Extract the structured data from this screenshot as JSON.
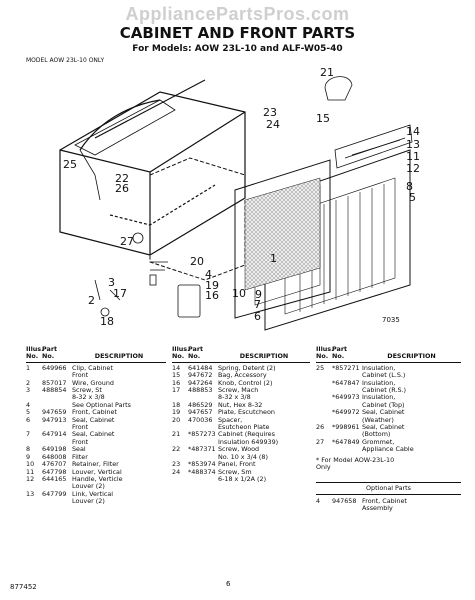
{
  "watermark": "AppliancePartsPros.com",
  "title": "CABINET AND FRONT PARTS",
  "subtitle": "For Models: AOW 23L-10 and ALF-W05-40",
  "model_note": "MODEL AOW 23L-10 ONLY",
  "figure_code": "7035",
  "callouts": [
    "21",
    "23",
    "24",
    "15",
    "14",
    "13",
    "11",
    "12",
    "25",
    "22",
    "26",
    "27",
    "8",
    "5",
    "3",
    "17",
    "2",
    "18",
    "20",
    "4",
    "19",
    "16",
    "10",
    "9",
    "7",
    "6",
    "1"
  ],
  "headers": {
    "illus": "Illus.",
    "no": "No.",
    "part": "Part",
    "part_no": "No.",
    "desc": "DESCRIPTION"
  },
  "col1": [
    [
      "1",
      "649966",
      "Clip, Cabinet"
    ],
    [
      "",
      "",
      "Front"
    ],
    [
      "2",
      "857017",
      "Wire, Ground"
    ],
    [
      "3",
      "488854",
      "Screw, St"
    ],
    [
      "",
      "",
      "8-32 x 3/8"
    ],
    [
      "4",
      "",
      "See Optional Parts"
    ],
    [
      "5",
      "947659",
      "Front, Cabinet"
    ],
    [
      "6",
      "947913",
      "Seal, Cabinet"
    ],
    [
      "",
      "",
      "Front"
    ],
    [
      "7",
      "647914",
      "Seal, Cabinet"
    ],
    [
      "",
      "",
      "Front"
    ],
    [
      "8",
      "649198",
      "Seal"
    ],
    [
      "9",
      "648008",
      "Filter"
    ],
    [
      "10",
      "476707",
      "Retainer, Filter"
    ],
    [
      "11",
      "647798",
      "Louver, Vertical"
    ],
    [
      "12",
      "644165",
      "Handle, Verticle"
    ],
    [
      "",
      "",
      "Louver (2)"
    ],
    [
      "13",
      "647799",
      "Link, Vertical"
    ],
    [
      "",
      "",
      "Louver (2)"
    ]
  ],
  "col2": [
    [
      "14",
      "641484",
      "Spring, Detent (2)"
    ],
    [
      "15",
      "947672",
      "Bag, Accessory"
    ],
    [
      "16",
      "947264",
      "Knob, Control (2)"
    ],
    [
      "17",
      "488853",
      "Screw, Mach"
    ],
    [
      "",
      "",
      "8-32 x 3/8"
    ],
    [
      "18",
      "486529",
      "Nut, Hex 8-32"
    ],
    [
      "19",
      "947657",
      "Plate, Escutcheon"
    ],
    [
      "20",
      "470036",
      "Spacer,"
    ],
    [
      "",
      "",
      "Esutcheon Plate"
    ],
    [
      "21",
      "*857273",
      "Cabinet (Requires"
    ],
    [
      "",
      "",
      "Insulation 649939)"
    ],
    [
      "22",
      "*487371",
      "Screw, Wood"
    ],
    [
      "",
      "",
      "No. 10 x 3/4 (8)"
    ],
    [
      "23",
      "*853974",
      "Panel, Front"
    ],
    [
      "24",
      "*488374",
      "Screw, Sm"
    ],
    [
      "",
      "",
      "6-18 x 1/2A (2)"
    ]
  ],
  "col3": [
    [
      "25",
      "*857271",
      "Insulation,"
    ],
    [
      "",
      "",
      "Cabinet (L.S.)"
    ],
    [
      "",
      "*647847",
      "Insulation,"
    ],
    [
      "",
      "",
      "Cabinet (R.S.)"
    ],
    [
      "",
      "*649973",
      "Insulation,"
    ],
    [
      "",
      "",
      "Cabinet (Top)"
    ],
    [
      "",
      "*649972",
      "Seal, Cabinet"
    ],
    [
      "",
      "",
      "(Weather)"
    ],
    [
      "26",
      "*998961",
      "Seal, Cabinet"
    ],
    [
      "",
      "",
      "(Bottom)"
    ],
    [
      "27",
      "*647849",
      "Grommet,"
    ],
    [
      "",
      "",
      "Appliance Cable"
    ]
  ],
  "footnote": [
    "* For Model AOW-23L-10",
    "Only"
  ],
  "optional": {
    "title": "Optional Parts",
    "rows": [
      [
        "4",
        "947658",
        "Front, Cabinet"
      ],
      [
        "",
        "",
        "Assembly"
      ]
    ]
  },
  "page_number": "6",
  "doc_code": "877452"
}
